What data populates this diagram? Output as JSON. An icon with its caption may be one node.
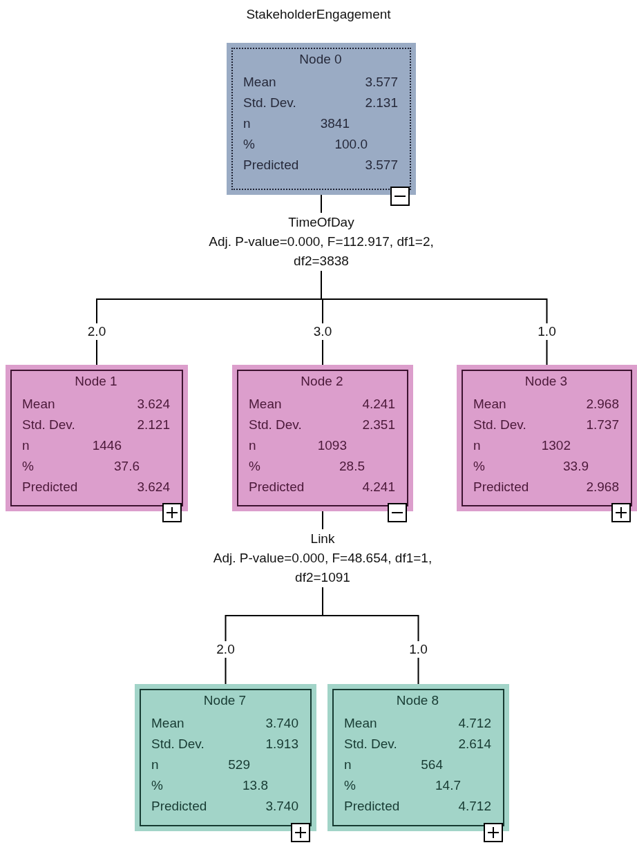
{
  "diagram": {
    "title": "StakeholderEngagement",
    "nodes": [
      {
        "text": [
          "Node 0",
          "Mean",
          "3.577",
          "Std. Dev.",
          "2.131",
          "n",
          "3841",
          "%",
          "100.0",
          "Predicted",
          "3.577"
        ],
        "beside": [
          "TimeOfDay",
          "Adj. P-value=0.000, F=112.917, df1=2, df2=3838"
        ]
      },
      {
        "text": [
          "Node 1",
          "Mean",
          "3.624",
          "Std. Dev.",
          "2.121",
          "n",
          "1446",
          "%",
          "37.6",
          "Predicted",
          "3.624"
        ]
      },
      {
        "text": [
          "Node 2",
          "Mean",
          "4.241",
          "Std. Dev.",
          "2.351",
          "n",
          "1093",
          "%",
          "28.5",
          "Predicted",
          "4.241"
        ],
        "beside": [
          "Link",
          "Adj. P-value=0.000, F=48.654, df1=1, df2=1091"
        ]
      },
      {
        "text": [
          "Node 3",
          "Mean",
          "2.968",
          "Std. Dev.",
          "1.737",
          "n",
          "1302",
          "%",
          "33.9",
          "Predicted",
          "2.968"
        ]
      },
      {
        "text": [
          "Node 7",
          "Mean",
          "3.740",
          "Std. Dev.",
          "1.913",
          "n",
          "529",
          "%",
          "13.8",
          "Predicted",
          "3.740"
        ]
      },
      {
        "text": [
          "Node 8",
          "Mean",
          "4.712",
          "Std. Dev.",
          "2.614",
          "n",
          "564",
          "%",
          "14.7",
          "Predicted",
          "4.712"
        ]
      }
    ],
    "edges": [
      {
        "from": 0,
        "to": 1,
        "arrow": "none",
        "label": "2.0"
      },
      {
        "from": 0,
        "to": 2,
        "arrow": "none",
        "label": "3.0"
      },
      {
        "from": 0,
        "to": 3,
        "arrow": "none",
        "label": "1.0"
      },
      {
        "from": 2,
        "to": 4,
        "arrow": "none",
        "label": "2.0"
      },
      {
        "from": 2,
        "to": 5,
        "arrow": "none",
        "label": "1.0"
      }
    ]
  }
}
